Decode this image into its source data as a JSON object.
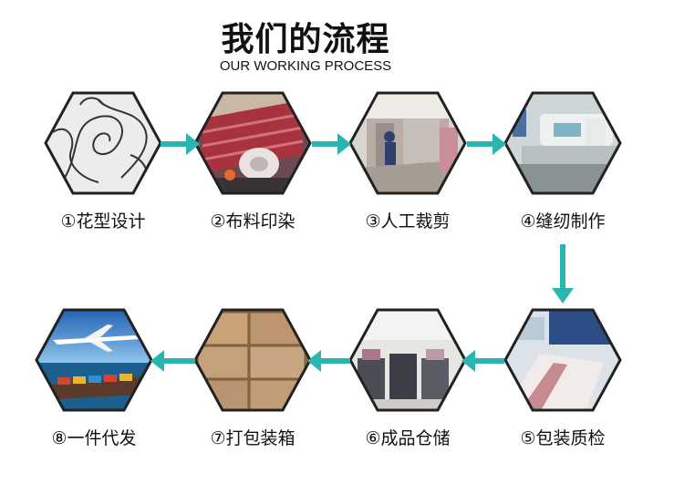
{
  "header": {
    "title": "我们的流程",
    "subtitle": "OUR WORKING PROCESS"
  },
  "colors": {
    "arrow": "#2bb5b0",
    "hex_border": "#222222"
  },
  "steps": [
    {
      "label": "①花型设计",
      "image": "floral-line-drawing"
    },
    {
      "label": "②布料印染",
      "image": "fabric-dyeing-machine"
    },
    {
      "label": "③人工裁剪",
      "image": "fabric-cutting-room"
    },
    {
      "label": "④缝纫制作",
      "image": "sewing-machine"
    },
    {
      "label": "⑤包装质检",
      "image": "quality-inspection"
    },
    {
      "label": "⑥成品仓储",
      "image": "warehouse-storage"
    },
    {
      "label": "⑦打包装箱",
      "image": "cardboard-boxes"
    },
    {
      "label": "⑧一件代发",
      "image": "airplane-and-cargo-ship"
    }
  ]
}
